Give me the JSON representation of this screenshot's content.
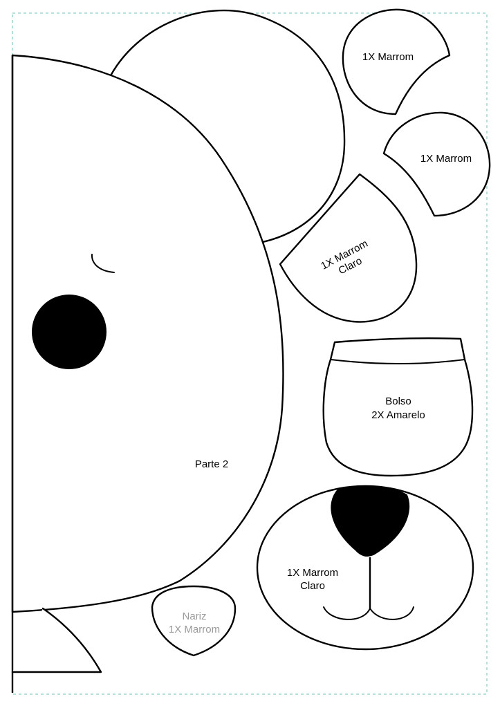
{
  "colors": {
    "page_border": "#9ed6cf",
    "outline": "#000000",
    "grey_label": "#9a9a9a"
  },
  "labels": {
    "ear_top_1": "1X Marrom",
    "ear_top_2": "1X Marrom",
    "ear_inner_line1": "1X Marrom",
    "ear_inner_line2": "Claro",
    "pocket_line1": "Bolso",
    "pocket_line2": "2X Amarelo",
    "body_part": "Parte 2",
    "snout_line1": "1X Marrom",
    "snout_line2": "Claro",
    "nose_line1": "Nariz",
    "nose_line2": "1X Marrom"
  }
}
